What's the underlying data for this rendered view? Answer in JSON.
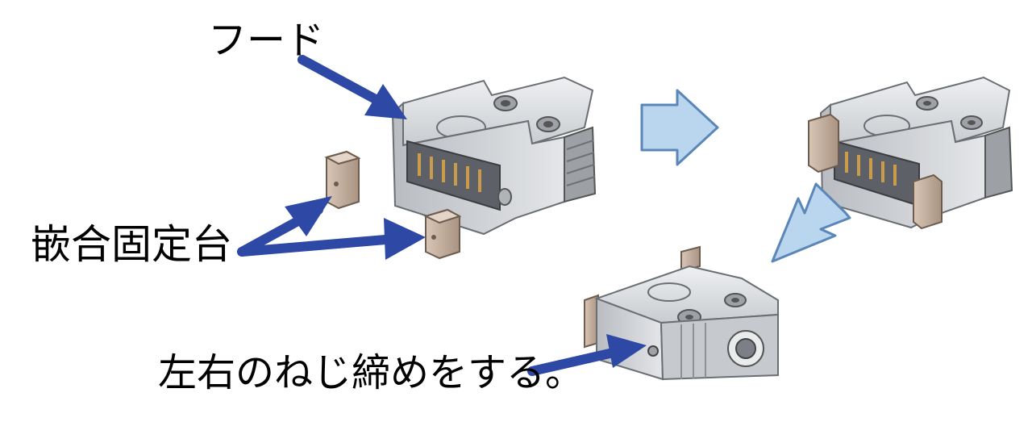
{
  "labels": {
    "hood": "フード",
    "fixing_base": "嵌合固定台",
    "screw_instruction": "左右のねじ締めをする。"
  },
  "colors": {
    "callout_arrow": "#2e48a5",
    "flow_arrow_fill": "#b9d6ee",
    "flow_arrow_stroke": "#5b86b8",
    "hood_metal": "#d3d5d8",
    "fixing_base": "#c4ae9c"
  },
  "icons": [
    "connector-hood",
    "fixing-base-block",
    "assembly-step-arrow",
    "callout-arrow"
  ]
}
